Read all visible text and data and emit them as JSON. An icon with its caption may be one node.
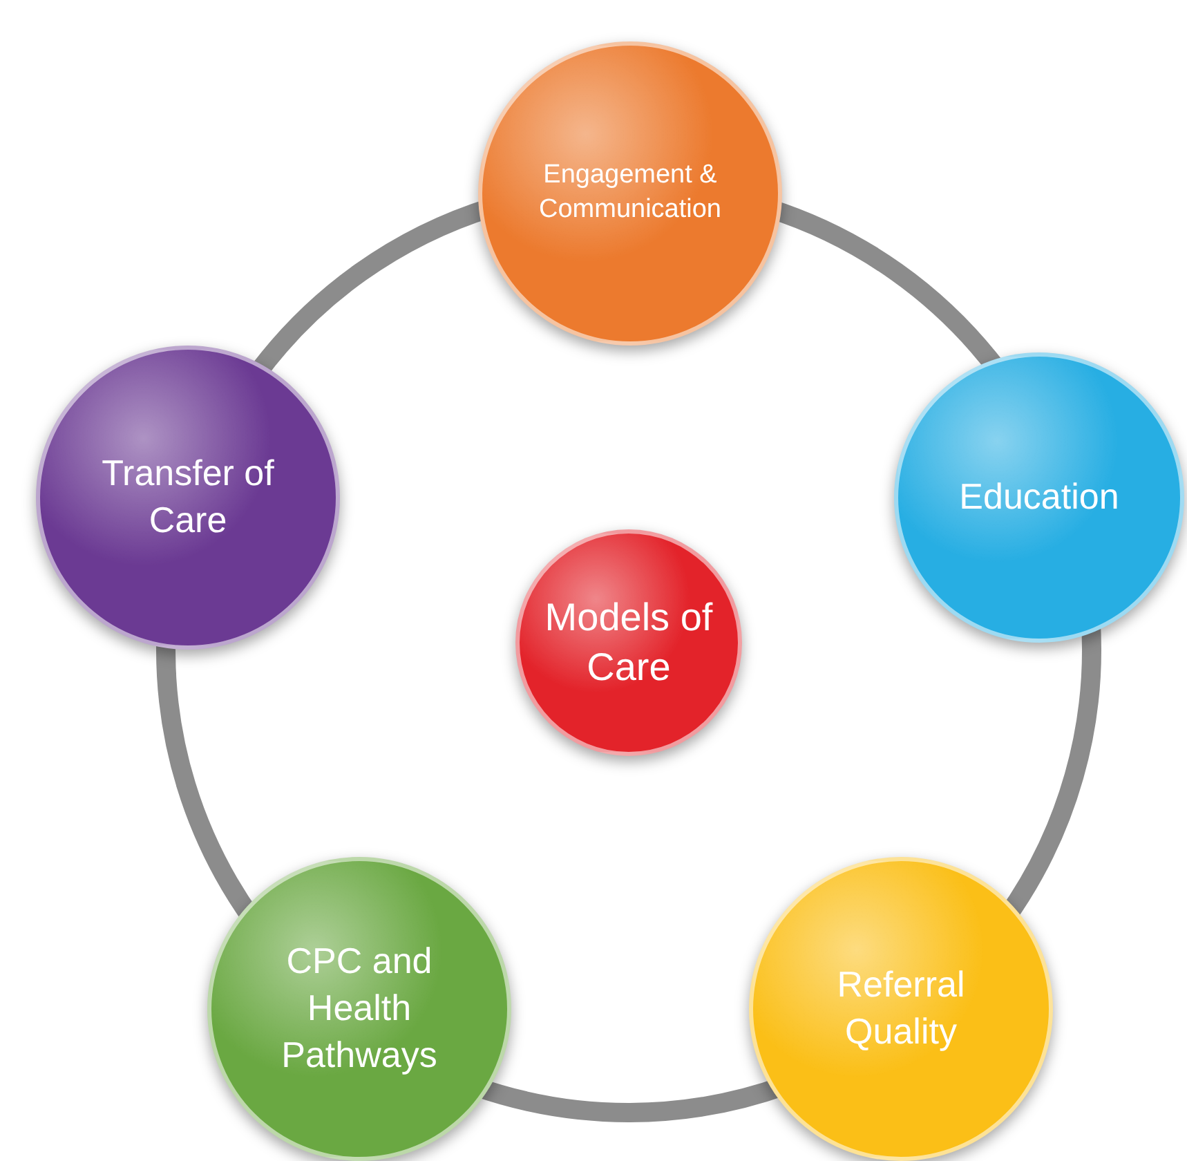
{
  "diagram": {
    "nodes": [
      {
        "text": [
          "Engagement & Communication"
        ]
      },
      {
        "text": [
          "Transfer of Care"
        ]
      },
      {
        "text": [
          "Education"
        ]
      },
      {
        "text": [
          "Models of Care"
        ]
      },
      {
        "text": [
          "CPC and Health Pathways"
        ]
      },
      {
        "text": [
          "Referral Quality"
        ]
      }
    ],
    "edges": [
      {
        "from": 0,
        "to": 2,
        "arrow": "none"
      },
      {
        "from": 2,
        "to": 5,
        "arrow": "none"
      },
      {
        "from": 5,
        "to": 4,
        "arrow": "none"
      },
      {
        "from": 4,
        "to": 1,
        "arrow": "none"
      },
      {
        "from": 1,
        "to": 0,
        "arrow": "none"
      }
    ]
  }
}
